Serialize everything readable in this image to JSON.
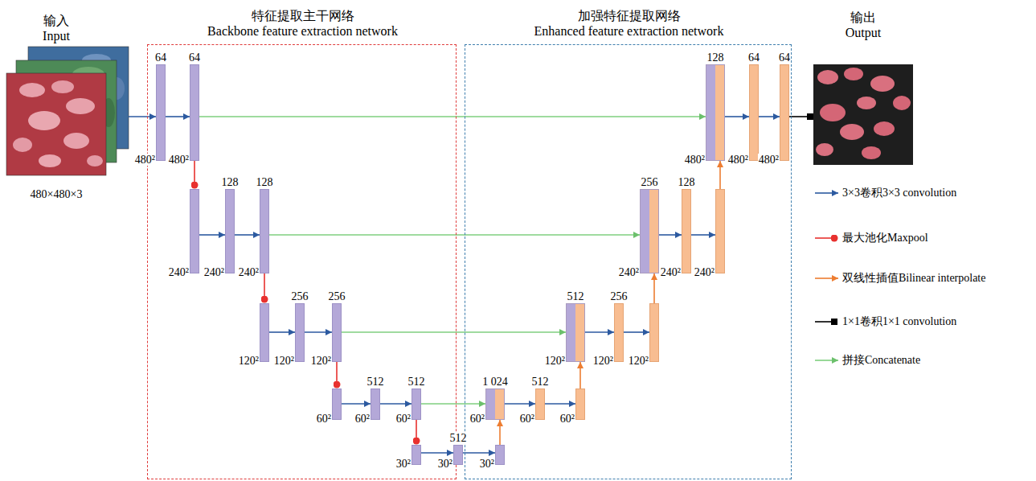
{
  "diagram": {
    "nodes": [
      {
        "text": [
          "输入",
          "Input",
          "480×480×3"
        ]
      },
      {
        "text": [
          "特征提取主干网络",
          "Backbone feature extraction network"
        ]
      },
      {
        "text": [
          "加强特征提取网络",
          "Enhanced feature extraction network"
        ]
      },
      {
        "text": [
          "64",
          "480²"
        ],
        "in": 1
      },
      {
        "text": [
          "64",
          "480²"
        ],
        "in": 1
      },
      {
        "text": [
          "240²"
        ],
        "in": 1
      },
      {
        "text": [
          "128",
          "240²"
        ],
        "in": 1
      },
      {
        "text": [
          "128",
          "240²"
        ],
        "in": 1
      },
      {
        "text": [
          "120²"
        ],
        "in": 1
      },
      {
        "text": [
          "256",
          "120²"
        ],
        "in": 1
      },
      {
        "text": [
          "256",
          "120²"
        ],
        "in": 1
      },
      {
        "text": [
          "60²"
        ],
        "in": 1
      },
      {
        "text": [
          "512",
          "60²"
        ],
        "in": 1
      },
      {
        "text": [
          "512",
          "60²"
        ],
        "in": 1
      },
      {
        "text": [
          "30²"
        ],
        "in": 1
      },
      {
        "text": [
          "512",
          "30²"
        ]
      },
      {
        "text": [
          "30²"
        ],
        "in": 2
      },
      {
        "text": [
          "1 024",
          "60²"
        ],
        "in": 2
      },
      {
        "text": [
          "512",
          "60²"
        ],
        "in": 2
      },
      {
        "text": [
          "60²"
        ],
        "in": 2
      },
      {
        "text": [
          "512",
          "120²"
        ],
        "in": 2
      },
      {
        "text": [
          "256",
          "120²"
        ],
        "in": 2
      },
      {
        "text": [
          "120²"
        ],
        "in": 2
      },
      {
        "text": [
          "256",
          "240²"
        ],
        "in": 2
      },
      {
        "text": [
          "128",
          "240²"
        ],
        "in": 2
      },
      {
        "text": [
          "240²"
        ],
        "in": 2
      },
      {
        "text": [
          "128",
          "480²"
        ],
        "in": 2
      },
      {
        "text": [
          "64",
          "480²"
        ],
        "in": 2
      },
      {
        "text": [
          "64",
          "480²"
        ],
        "in": 2
      },
      {
        "text": [
          "输出",
          "Output"
        ]
      }
    ],
    "edges": [
      {
        "from": 0,
        "to": 3,
        "arrow": "to"
      },
      {
        "from": 3,
        "to": 4,
        "arrow": "to"
      },
      {
        "from": 4,
        "to": 5,
        "arrow": "to"
      },
      {
        "from": 5,
        "to": 6,
        "arrow": "to"
      },
      {
        "from": 6,
        "to": 7,
        "arrow": "to"
      },
      {
        "from": 7,
        "to": 8,
        "arrow": "to"
      },
      {
        "from": 8,
        "to": 9,
        "arrow": "to"
      },
      {
        "from": 9,
        "to": 10,
        "arrow": "to"
      },
      {
        "from": 10,
        "to": 11,
        "arrow": "to"
      },
      {
        "from": 11,
        "to": 12,
        "arrow": "to"
      },
      {
        "from": 12,
        "to": 13,
        "arrow": "to"
      },
      {
        "from": 13,
        "to": 14,
        "arrow": "to"
      },
      {
        "from": 14,
        "to": 15,
        "arrow": "to"
      },
      {
        "from": 15,
        "to": 16,
        "arrow": "to"
      },
      {
        "from": 16,
        "to": 17,
        "arrow": "to"
      },
      {
        "from": 17,
        "to": 18,
        "arrow": "to"
      },
      {
        "from": 18,
        "to": 19,
        "arrow": "to"
      },
      {
        "from": 19,
        "to": 20,
        "arrow": "to"
      },
      {
        "from": 20,
        "to": 21,
        "arrow": "to"
      },
      {
        "from": 21,
        "to": 22,
        "arrow": "to"
      },
      {
        "from": 22,
        "to": 23,
        "arrow": "to"
      },
      {
        "from": 23,
        "to": 24,
        "arrow": "to"
      },
      {
        "from": 24,
        "to": 25,
        "arrow": "to"
      },
      {
        "from": 25,
        "to": 26,
        "arrow": "to"
      },
      {
        "from": 26,
        "to": 27,
        "arrow": "to"
      },
      {
        "from": 27,
        "to": 28,
        "arrow": "to"
      },
      {
        "from": 28,
        "to": 29,
        "arrow": "to"
      },
      {
        "from": 4,
        "to": 26,
        "arrow": "to"
      },
      {
        "from": 7,
        "to": 23,
        "arrow": "to"
      },
      {
        "from": 10,
        "to": 20,
        "arrow": "to"
      },
      {
        "from": 13,
        "to": 17,
        "arrow": "to"
      }
    ],
    "legend": [
      {
        "text": "3×3卷积3×3 convolution"
      },
      {
        "text": "最大池化Maxpool"
      },
      {
        "text": "双线性插值Bilinear interpolate"
      },
      {
        "text": "1×1卷积1×1 convolution"
      },
      {
        "text": "拼接Concatenate"
      }
    ]
  }
}
